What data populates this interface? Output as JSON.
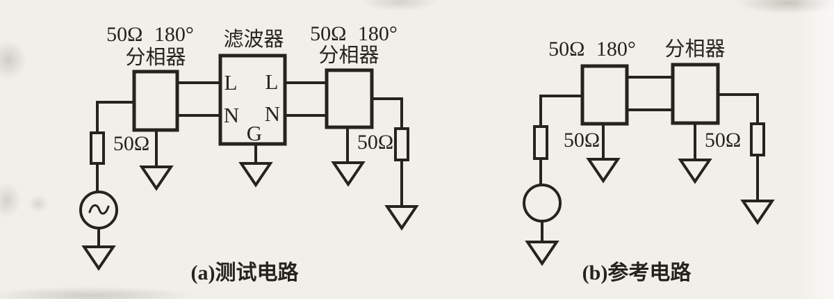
{
  "figure": {
    "paper_color": "#f1efe9",
    "ink_color": "#26231f"
  },
  "circuit_a": {
    "caption": "(a)测试电路",
    "splitter_left": {
      "title_line1": "50Ω 180°",
      "title_line2": "分相器"
    },
    "filter": {
      "title": "滤波器",
      "terminal_left_l": "L",
      "terminal_right_l": "L",
      "terminal_left_n": "N",
      "terminal_right_n": "N",
      "terminal_ground": "G"
    },
    "splitter_right": {
      "title_line1": "50Ω 180°",
      "title_line2": "分相器"
    },
    "source_resistor_label": "50Ω",
    "load_resistor_label": "50Ω"
  },
  "circuit_b": {
    "caption": "(b)参考电路",
    "splitter_left_title": "50Ω 180°",
    "splitter_right_title": "分相器",
    "source_resistor_label": "50Ω",
    "load_resistor_label": "50Ω"
  }
}
